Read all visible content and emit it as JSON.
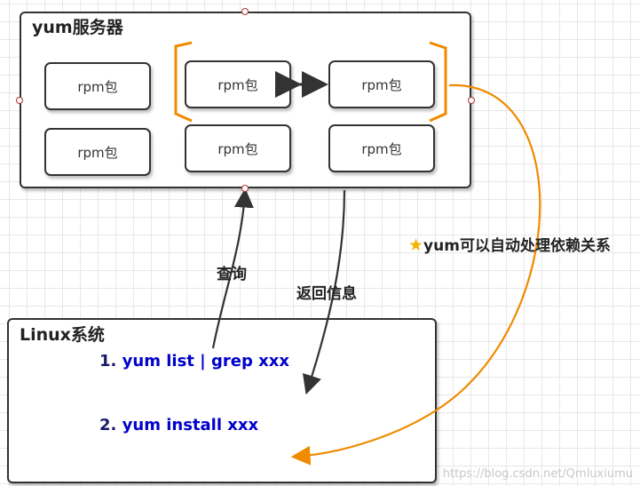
{
  "server": {
    "title": "yum服务器",
    "packages": [
      "rpm包",
      "rpm包",
      "rpm包",
      "rpm包",
      "rpm包",
      "rpm包"
    ]
  },
  "client": {
    "title": "Linux系统",
    "commands": [
      {
        "num": "1.",
        "text": "yum list | grep xxx"
      },
      {
        "num": "2.",
        "text": "yum install xxx"
      }
    ]
  },
  "arrows": {
    "query": "查询",
    "return_info": "返回信息",
    "dependency": "yum可以自动处理依赖关系"
  },
  "icons": {
    "dependency_note": "star-icon"
  },
  "colors": {
    "accent": "#f08a00",
    "command": "#0000cc",
    "border": "#333333"
  },
  "watermark": "https://blog.csdn.net/Qmluxiumu"
}
